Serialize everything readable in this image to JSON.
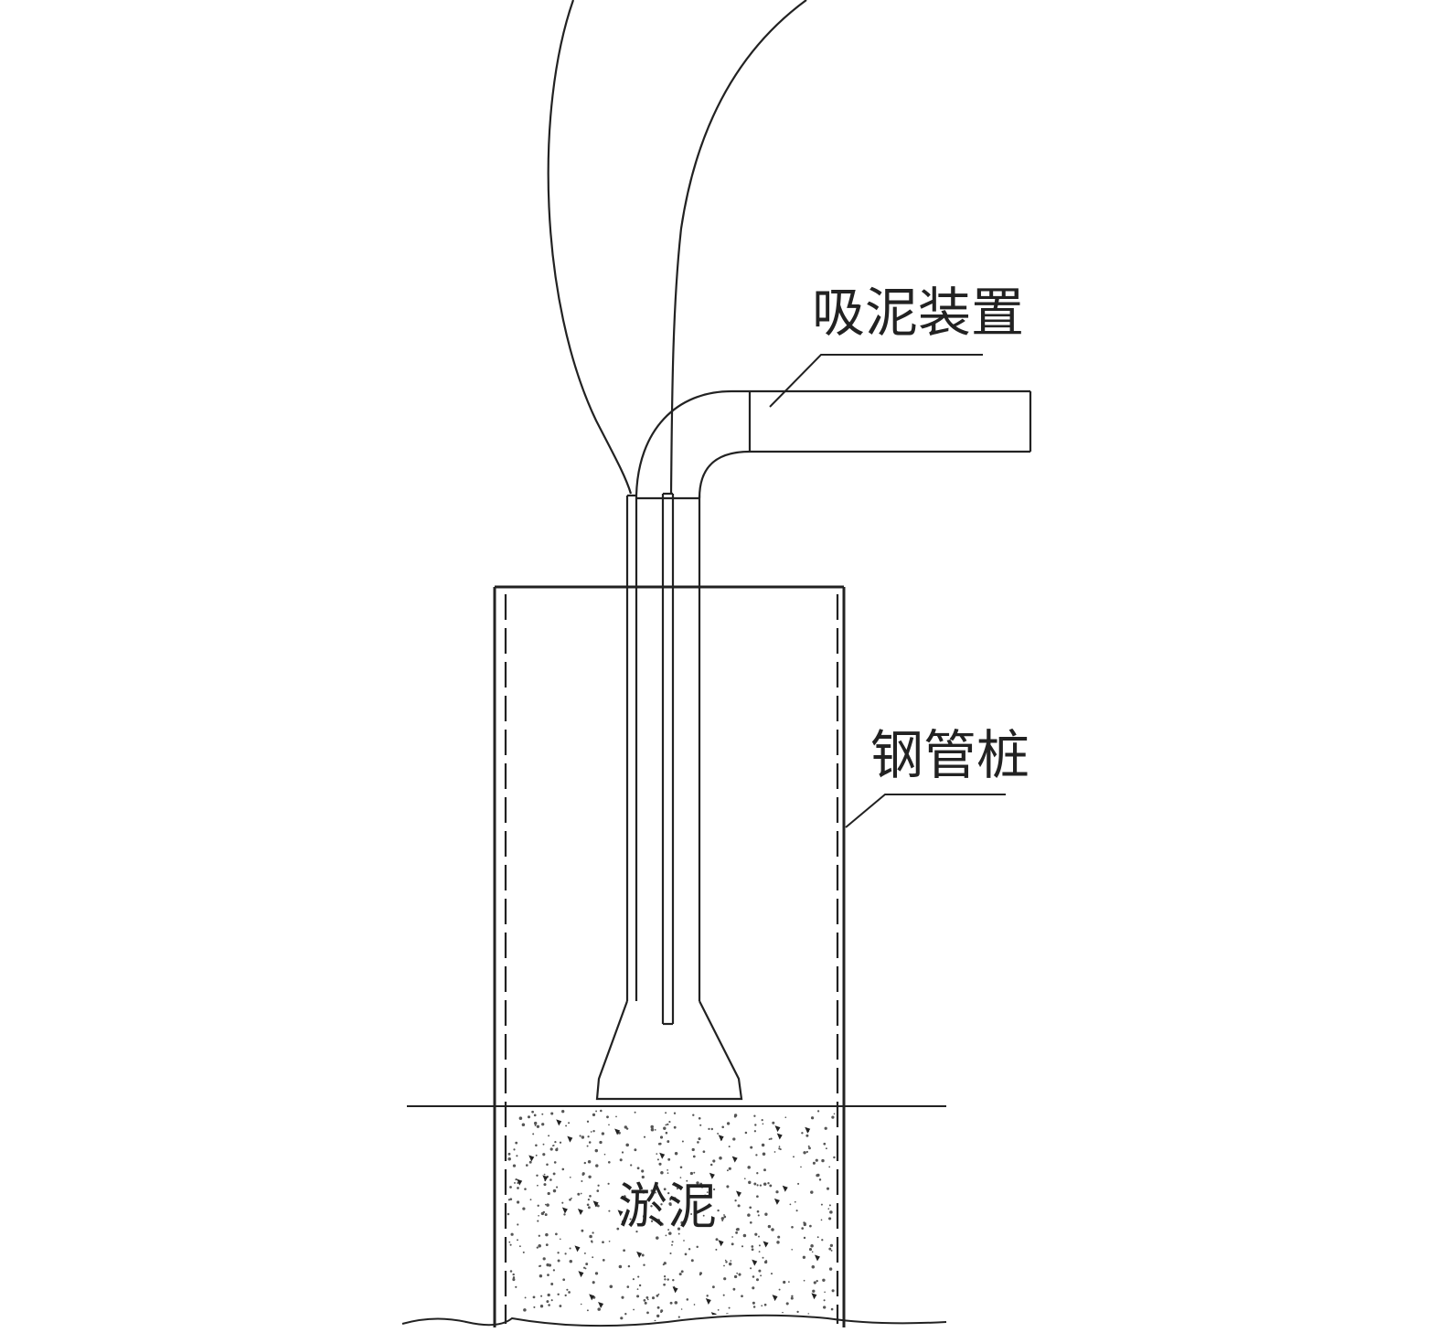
{
  "labels": {
    "suction_device": "吸泥装置",
    "steel_pipe_pile": "钢管桩",
    "silt": "淤泥"
  },
  "colors": {
    "line": "#222222",
    "background": "#ffffff",
    "silt_dots": "#555555"
  }
}
